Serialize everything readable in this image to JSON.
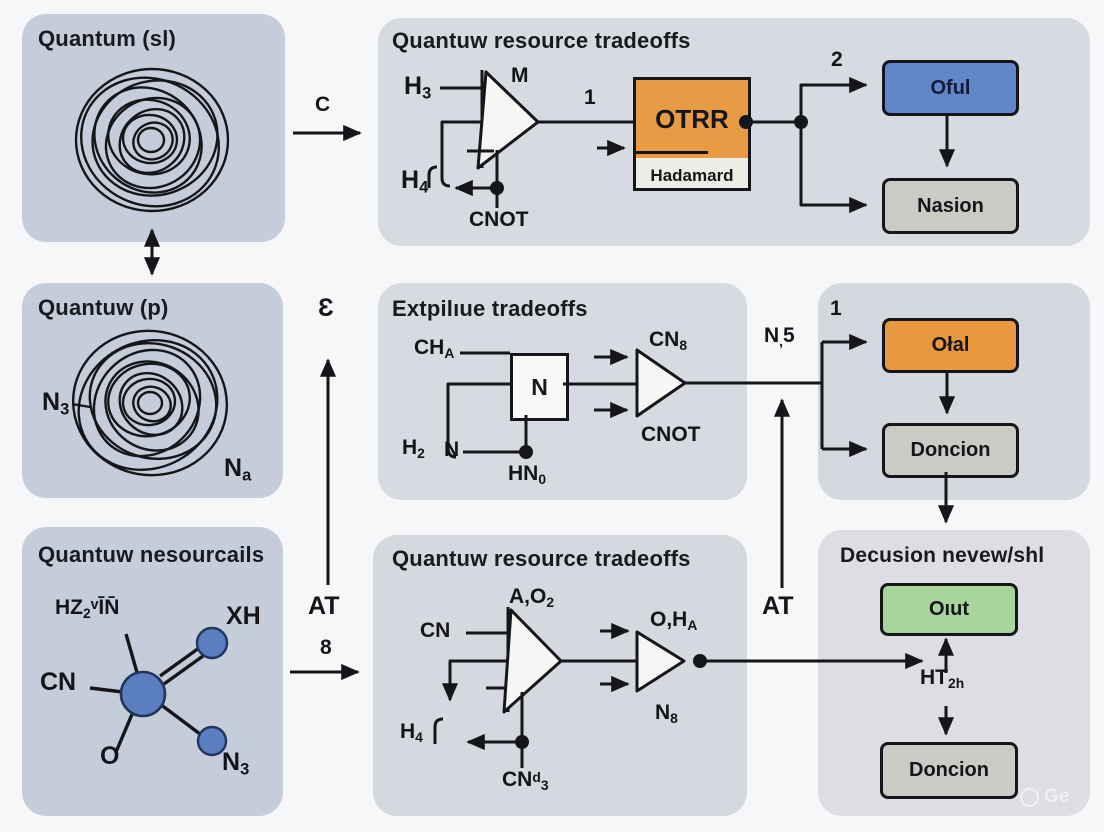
{
  "panels": {
    "quantum_sl": {
      "title": "Quantum (sl)"
    },
    "quantum_p": {
      "title": "Quantuw (p)",
      "n3": {
        "pre": "N",
        "sub": "3"
      },
      "na": {
        "pre": "N",
        "sub": "a"
      }
    },
    "quantum_resources": {
      "title": "Quantuw nesourcails",
      "hz": {
        "pre": "HZ",
        "sub": "2",
        "post": "ᵛĪN̄"
      },
      "cn": "CN",
      "o": "O",
      "xh": "XH",
      "n3": {
        "pre": "N",
        "sub": "3"
      }
    },
    "top_circuit": {
      "title": "Quantuw resource tradeoffs",
      "h3": {
        "pre": "H",
        "sub": "3"
      },
      "m": "M",
      "h4": {
        "pre": "H",
        "sub": "4"
      },
      "cnot": "CNOT",
      "one": "1",
      "otrr": "OTRR",
      "hadamard": "Hadamard",
      "two": "2",
      "oful": "Oful",
      "nasion": "Nasion"
    },
    "extpilue": {
      "title": "Extpilıue tradeoffs",
      "cha": {
        "pre": "CH",
        "sub": "A"
      },
      "n_box": "N",
      "h2": {
        "pre": "H",
        "sub": "2"
      },
      "n_wire": "N",
      "hn0": {
        "pre": "HN",
        "sub": "0"
      },
      "cn8": {
        "pre": "CN",
        "sub": "8"
      },
      "cnot": "CNOT"
    },
    "mid_right": {
      "one": "1",
      "ofal": "Ołal",
      "doncion": "Doncion",
      "n5": {
        "pre": "N",
        "sub": ",",
        "post": "5"
      }
    },
    "bottom_circuit": {
      "title": "Quantuw resource tradeoffs",
      "ao2": {
        "pre": "A,O",
        "sub": "2"
      },
      "cn": "CN",
      "h4": {
        "pre": "H",
        "sub": "4"
      },
      "cnd3": {
        "pre": "CN",
        "sup": "d",
        "sub": "3"
      },
      "oha": {
        "pre": "O,H",
        "sub": "A"
      },
      "n8": {
        "pre": "N",
        "sub": "8"
      }
    },
    "decision": {
      "title": "Decusion nevew/shl",
      "out": "Oıut",
      "ht": {
        "pre": "HT",
        "sub": "2h"
      },
      "doncion": "Doncion"
    }
  },
  "connectors": {
    "c": "C",
    "epsilon": "Ɛ",
    "at_left": "AT",
    "eight": "8",
    "at_right": "AT"
  },
  "watermark": {
    "text": "Ge"
  },
  "colors": {
    "panel_left": "#c5cdda",
    "panel_mid": "#d7dae1",
    "panel_decision": "#dcdee4",
    "orange": "#e8993f",
    "blue": "#6287c8",
    "green": "#a8d49e",
    "gray_box": "#cbcbc6",
    "molecule_blue": "#5b7ec0",
    "line": "#15161a"
  }
}
